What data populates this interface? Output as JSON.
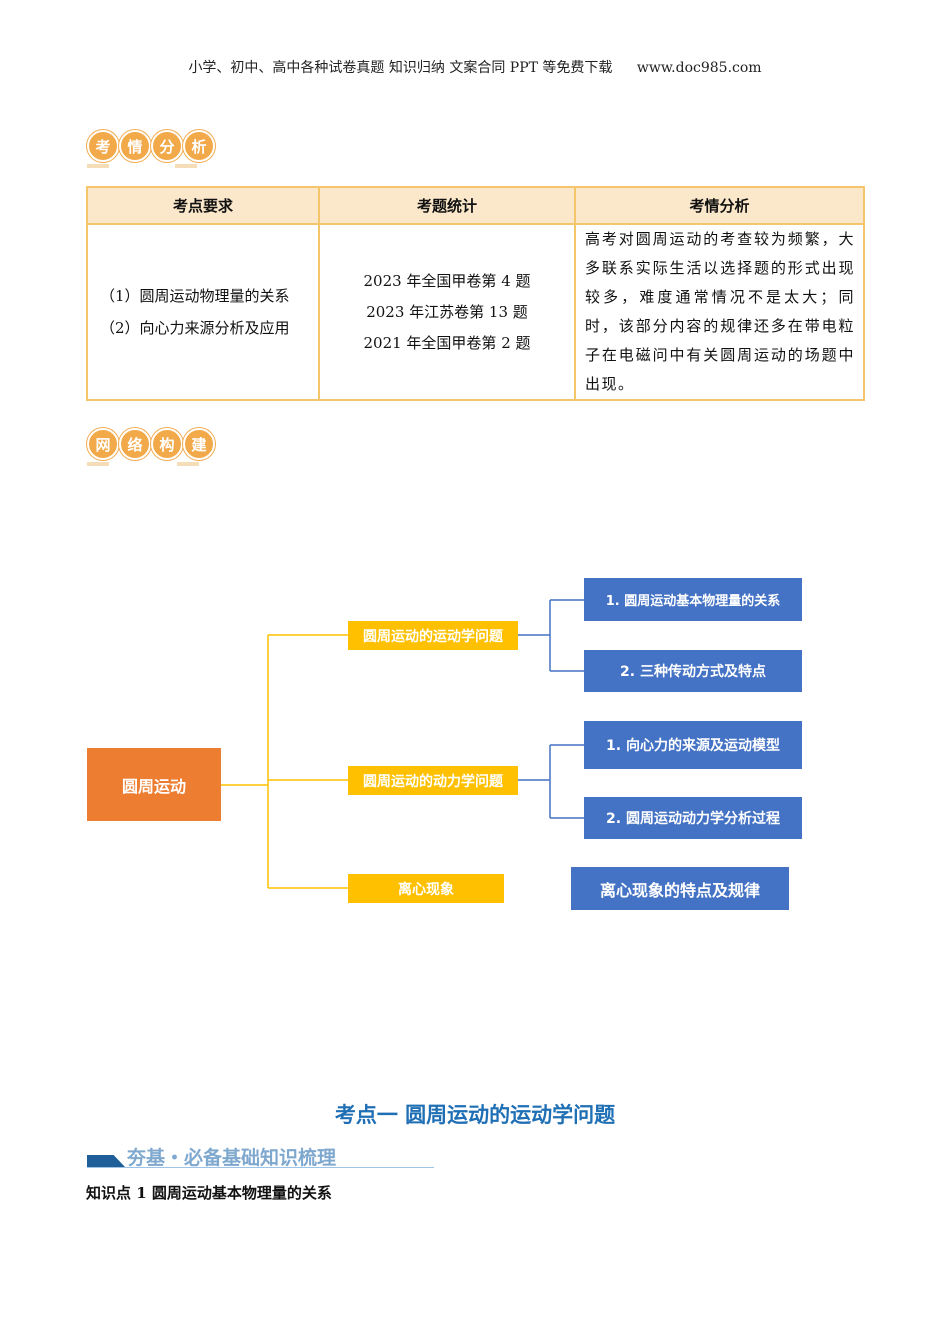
{
  "header": {
    "text": "小学、初中、高中各种试卷真题 知识归纳 文案合同 PPT 等免费下载",
    "url": "www.doc985.com"
  },
  "badge1": [
    "考",
    "情",
    "分",
    "析"
  ],
  "table": {
    "headers": [
      "考点要求",
      "考题统计",
      "考情分析"
    ],
    "requirements": [
      "（1）圆周运动物理量的关系",
      "（2）向心力来源分析及应用"
    ],
    "stats": [
      "2023 年全国甲卷第 4 题",
      "2023 年江苏卷第 13 题",
      "2021 年全国甲卷第 2 题"
    ],
    "analysis": "高考对圆周运动的考查较为频繁，大多联系实际生活以选择题的形式出现较多，难度通常情况不是太大；同时，该部分内容的规律还多在带电粒子在电磁问中有关圆周运动的场题中出现。"
  },
  "badge2": [
    "网",
    "络",
    "构",
    "建"
  ],
  "diagram": {
    "root": "圆周运动",
    "branches": [
      "圆周运动的运动学问题",
      "圆周运动的动力学问题",
      "离心现象"
    ],
    "leaves": [
      "1. 圆周运动基本物理量的关系",
      "2. 三种传动方式及特点",
      "1. 向心力的来源及运动模型",
      "2. 圆周运动动力学分析过程",
      "离心现象的特点及规律"
    ],
    "colors": {
      "root": "#ED7D31",
      "branch": "#FFC000",
      "leaf": "#4472C4"
    }
  },
  "section": {
    "title": "考点一  圆周运动的运动学问题",
    "subtitle": "夯基・必备基础知识梳理",
    "point": "知识点 1 圆周运动基本物理量的关系"
  }
}
